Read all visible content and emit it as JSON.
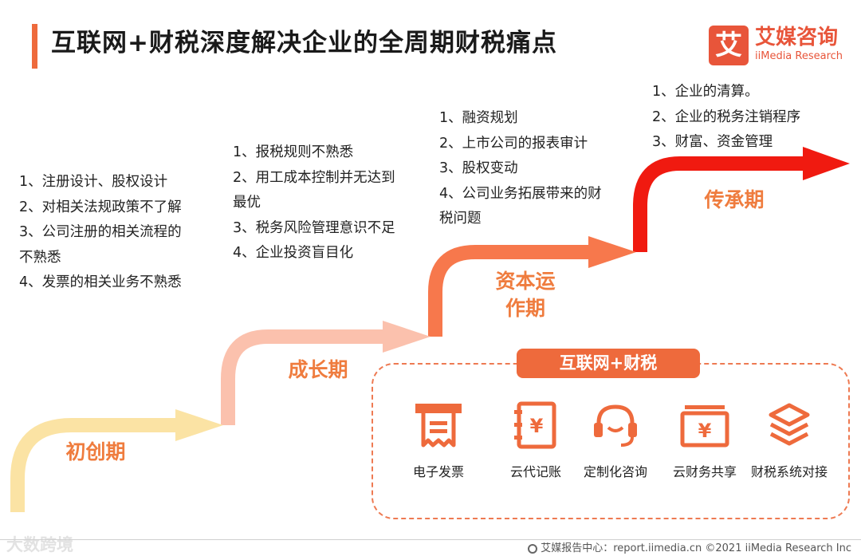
{
  "header": {
    "title": "互联网+财税深度解决企业的全周期财税痛点"
  },
  "logo": {
    "mark": "艾",
    "name_cn": "艾媒咨询",
    "name_en": "iiMedia Research"
  },
  "stages": [
    {
      "label": "初创期",
      "points": [
        "1、注册设计、股权设计",
        "2、对相关法规政策不了解",
        "3、公司注册的相关流程的\n不熟悉",
        "4、发票的相关业务不熟悉"
      ],
      "color": "#fbe3a4"
    },
    {
      "label": "成长期",
      "points": [
        "1、报税规则不熟悉",
        "2、用工成本控制并无达到\n最优",
        "3、税务风险管理意识不足",
        "4、企业投资盲目化"
      ],
      "color": "#fbc1ad"
    },
    {
      "label": "资本运\n作期",
      "points": [
        "1、融资规划",
        "2、上市公司的报表审计",
        "3、股权变动",
        "4、公司业务拓展带来的财\n税问题"
      ],
      "color": "#f7784c"
    },
    {
      "label": "传承期",
      "points": [
        "1、企业的清算。",
        "2、企业的税务注销程序",
        "3、财富、资金管理"
      ],
      "color": "#f01a10"
    }
  ],
  "tools": {
    "header": "互联网+财税",
    "items": [
      {
        "label": "电子发票",
        "icon": "receipt-icon"
      },
      {
        "label": "云代记账",
        "icon": "ledger-icon"
      },
      {
        "label": "定制化咨询",
        "icon": "headset-icon"
      },
      {
        "label": "云财务共享",
        "icon": "yen-card-icon"
      },
      {
        "label": "财税系统对接",
        "icon": "layers-icon"
      }
    ],
    "accent": "#ee6a3c"
  },
  "footer": {
    "text": "艾媒报告中心：report.iimedia.cn  ©2021  iiMedia Research  Inc",
    "watermark": "大数跨境"
  }
}
